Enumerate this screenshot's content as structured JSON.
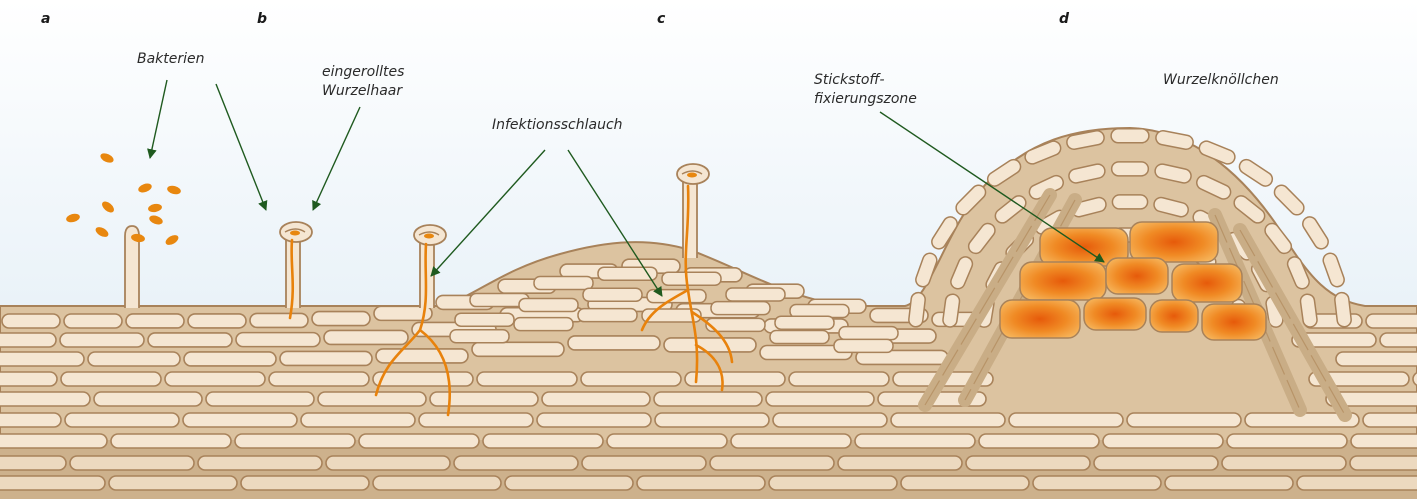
{
  "panels": [
    "a",
    "b",
    "c",
    "d"
  ],
  "labels": {
    "bakterien": "Bakterien",
    "eingerolltes_line1": "eingerolltes",
    "eingerolltes_line2": "Wurzelhaar",
    "infektionsschlauch": "Infektionsschlauch",
    "stickstoff_line1": "Stickstoff-",
    "stickstoff_line2": "fixierungszone",
    "wurzelknoellchen": "Wurzelknöllchen"
  },
  "colors": {
    "sky_top": "#ffffff",
    "sky_bottom": "#dceaf4",
    "tissue_fill": "#d9c2a2",
    "cell_fill": "#f5e6d2",
    "cell_stroke": "#a8825a",
    "deep_layer": "#cfb48f",
    "bacteria": "#e8870f",
    "infection_thread": "#e8820c",
    "fixation_cell_outer": "#f2a23a",
    "fixation_cell_inner": "#e8650c",
    "arrow": "#1f5a1f"
  }
}
